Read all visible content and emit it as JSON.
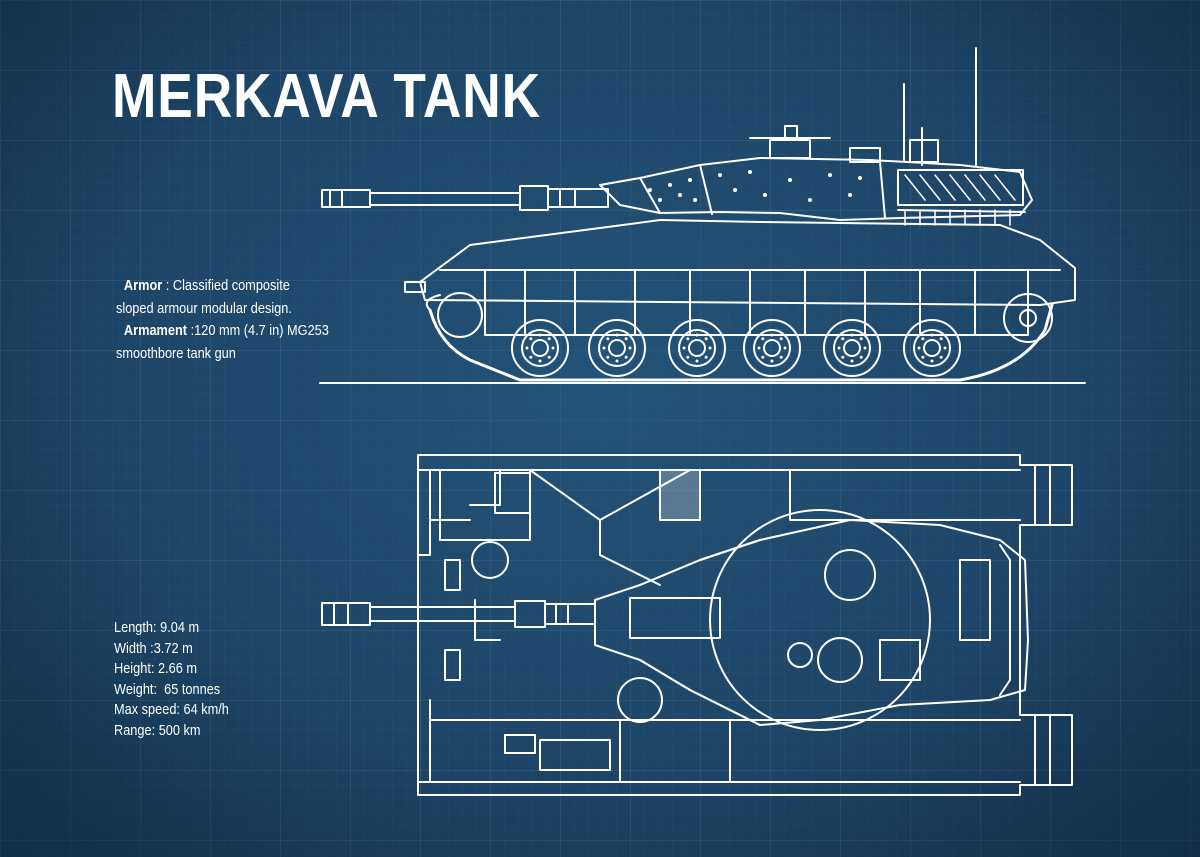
{
  "title": "MERKAVA TANK",
  "specs": {
    "armor_label": "Armor",
    "armor_text_1": " : Classified composite",
    "armor_text_2": "sloped armour modular design.",
    "armament_label": "Armament",
    "armament_text_1": " :120 mm (4.7 in) MG253",
    "armament_text_2": "smoothbore tank gun"
  },
  "dimensions": [
    "Length: 9.04 m",
    "Width :3.72 m",
    "Height: 2.66 m",
    "Weight:  65 tonnes",
    "Max speed: 64 km/h",
    "Range: 500 km"
  ],
  "colors": {
    "background": "#1c4466",
    "line": "#ffffff"
  },
  "views": [
    "side-view",
    "top-view"
  ]
}
